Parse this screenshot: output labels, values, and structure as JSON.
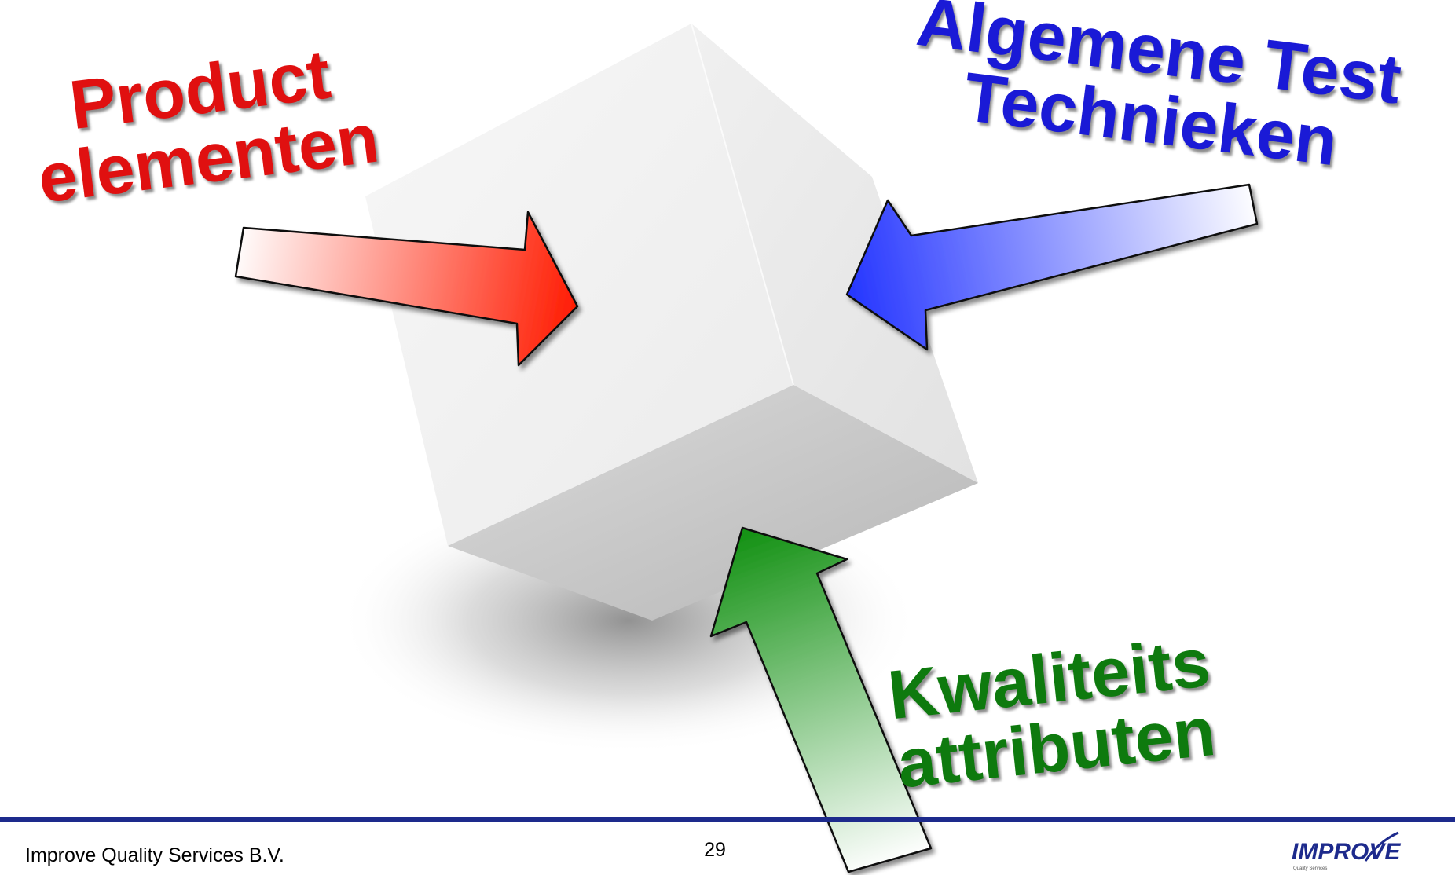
{
  "labels": {
    "product": [
      "Product",
      "elementen"
    ],
    "algemene": [
      "Algemene Test",
      "Technieken"
    ],
    "kwaliteit": [
      "Kwaliteits",
      "attributen"
    ]
  },
  "footer": {
    "company": "Improve Quality Services B.V.",
    "page_number": "29",
    "logo_text": "IMPROVE",
    "logo_subtext": "Quality Services"
  },
  "colors": {
    "product": "#e01010",
    "algemene": "#1a1ad6",
    "kwaliteit": "#0e7a0e",
    "footer_rule": "#1d2a8c"
  }
}
